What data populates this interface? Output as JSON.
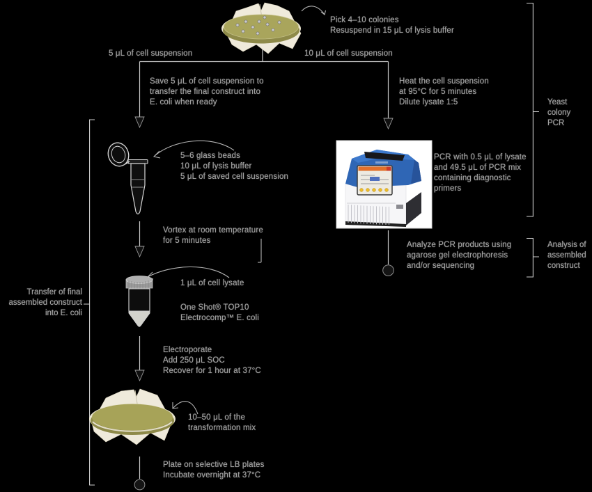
{
  "figure": {
    "title": "Yeast colony PCR and transfer of assembled construct workflow",
    "background": "#000000"
  },
  "palette": {
    "line": "#c6c6c6",
    "text": "#a2a2a2",
    "agar_olive": "#a9a55c",
    "agar_shadow": "#8e8a49",
    "plate_rim": "#e9e4cf",
    "paper_wrap": "#efeadb",
    "machine_blue": "#2f66b5",
    "machine_blue_light": "#3d79cc",
    "screen_orange": "#e2702b",
    "screen_yellow": "#edbd2a",
    "machine_dark": "#2e2e33",
    "photo_card": "#ffffff"
  },
  "steps": {
    "pick": {
      "lines": [
        "Pick 4–10 colonies",
        "Resuspend in 15 μL of lysis buffer"
      ]
    },
    "branch_left_label": "5 μL of cell suspension",
    "branch_right_label": "10 μL of cell suspension",
    "save": {
      "lines": [
        "Save 5 μL of cell suspension to",
        "transfer the final construct into",
        "E. coli when ready"
      ]
    },
    "heat": {
      "lines": [
        "Heat the cell suspension",
        "at 95°C for 5 minutes",
        "Dilute lysate 1:5"
      ]
    },
    "pcr": {
      "lines": [
        "PCR with 0.5 μL of lysate",
        "and 49.5 μL of PCR mix",
        "containing diagnostic",
        "primers"
      ]
    },
    "analyze": {
      "lines": [
        "Analyze PCR products using",
        "agarose gel electrophoresis",
        "and/or sequencing"
      ]
    },
    "beads": {
      "lines": [
        "5–6 glass beads",
        "10 μL of lysis buffer",
        "5 μL of saved cell suspension"
      ]
    },
    "vortex": {
      "lines": [
        "Vortex at room temperature",
        "for 5 minutes"
      ]
    },
    "lysate": {
      "lines": [
        "1 μL of cell lysate"
      ]
    },
    "oneshot": {
      "lines": [
        "One Shot® TOP10",
        "Electrocomp™ E. coli"
      ]
    },
    "electroporate": {
      "lines": [
        "Electroporate",
        "Add 250 μL SOC",
        "Recover for 1 hour at 37°C"
      ]
    },
    "transform": {
      "lines": [
        "10–50 μL of the",
        "transformation mix"
      ]
    },
    "plate": {
      "lines": [
        "Plate on selective LB plates",
        "Incubate overnight at 37°C"
      ]
    }
  },
  "brackets": {
    "yeast": {
      "lines": [
        "Yeast",
        "colony",
        "PCR"
      ]
    },
    "analysis": {
      "lines": [
        "Analysis of",
        "assembled",
        "construct"
      ]
    },
    "transfer": {
      "lines": [
        "Transfer of final",
        "assembled construct",
        "into E. coli"
      ]
    }
  }
}
